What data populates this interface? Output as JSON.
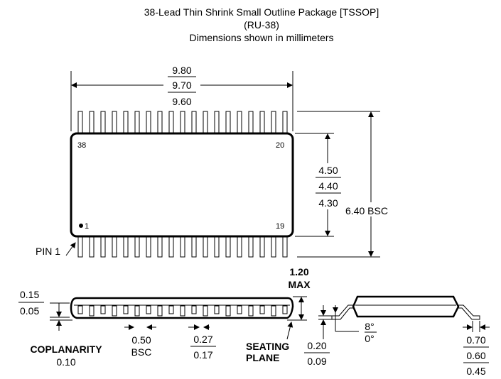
{
  "title": {
    "line1": "38-Lead Thin Shrink Small Outline Package [TSSOP]",
    "line2": "(RU-38)",
    "line3": "Dimensions shown in millimeters"
  },
  "top_view": {
    "length": [
      "9.80",
      "9.70",
      "9.60"
    ],
    "body_width": [
      "4.50",
      "4.40",
      "4.30"
    ],
    "overall_width": "6.40 BSC",
    "pin_labels": {
      "p38": "38",
      "p20": "20",
      "p1": "1",
      "p19": "19"
    },
    "pin1_label": "PIN 1",
    "leads_per_side": 19
  },
  "side_view": {
    "standoff": [
      "0.15",
      "0.05"
    ],
    "coplanarity_label": "COPLANARITY",
    "coplanarity_value": "0.10",
    "pitch": [
      "0.50",
      "BSC"
    ],
    "lead_width": [
      "0.27",
      "0.17"
    ],
    "height": [
      "1.20",
      "MAX"
    ],
    "seating_plane": [
      "SEATING",
      "PLANE"
    ],
    "lead_thickness": [
      "0.20",
      "0.09"
    ]
  },
  "end_view": {
    "angle": [
      "8°",
      "0°"
    ],
    "foot_length": [
      "0.70",
      "0.60",
      "0.45"
    ]
  }
}
